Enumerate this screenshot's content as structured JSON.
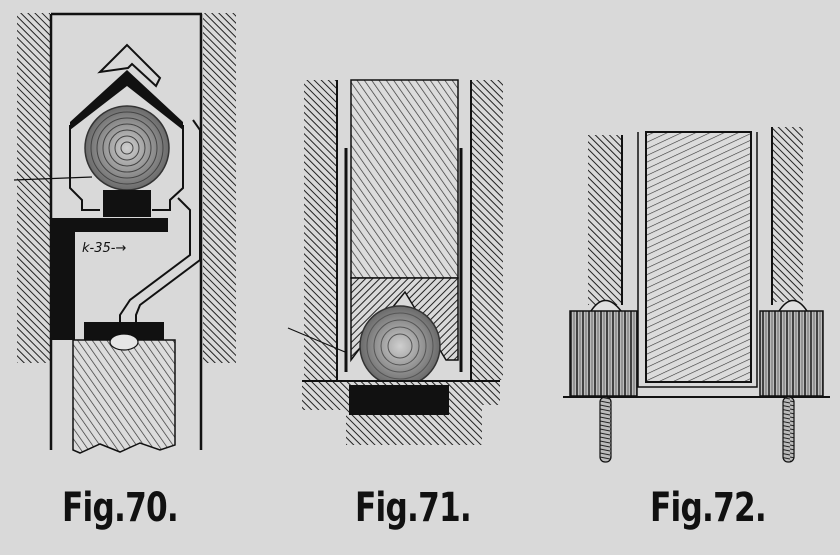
{
  "figures": [
    {
      "id": "fig70",
      "caption": "Fig.70.",
      "annotation": "k-35-→",
      "description": "Wall cavity with roller spring in hooded bracket, black support plate, bent connecting rod, wood block below"
    },
    {
      "id": "fig71",
      "caption": "Fig.71.",
      "description": "Wooden sash between hatched walls with coiled roller seated in V-notch over black base block"
    },
    {
      "id": "fig72",
      "caption": "Fig.72.",
      "description": "Wooden panel between hatched posts with two ribbed cylindrical caps and threaded bolts"
    }
  ],
  "colors": {
    "paper": "#d9d9d9",
    "ink": "#111111"
  }
}
